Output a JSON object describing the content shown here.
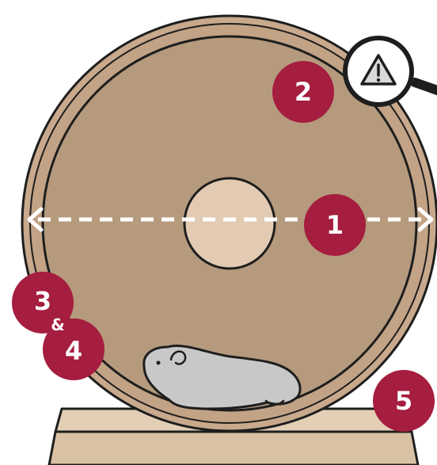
{
  "markers": [
    {
      "label": "1"
    },
    {
      "label": "2"
    },
    {
      "label": "3"
    },
    {
      "label": "&"
    },
    {
      "label": "4"
    },
    {
      "label": "5"
    }
  ],
  "icons": {
    "warning": "warning-triangle-icon",
    "magnifier": "magnifying-glass-icon"
  },
  "colors": {
    "marker": "#a51d3f",
    "wheel_rim": "#c8a98c",
    "wheel_face": "#b59a7d",
    "wheel_hub": "#e2cbb2",
    "stand": "#e3cfb6",
    "hamster": "#c8c8c8",
    "outline": "#1e1e1e",
    "diameter_line": "#ffffff"
  }
}
